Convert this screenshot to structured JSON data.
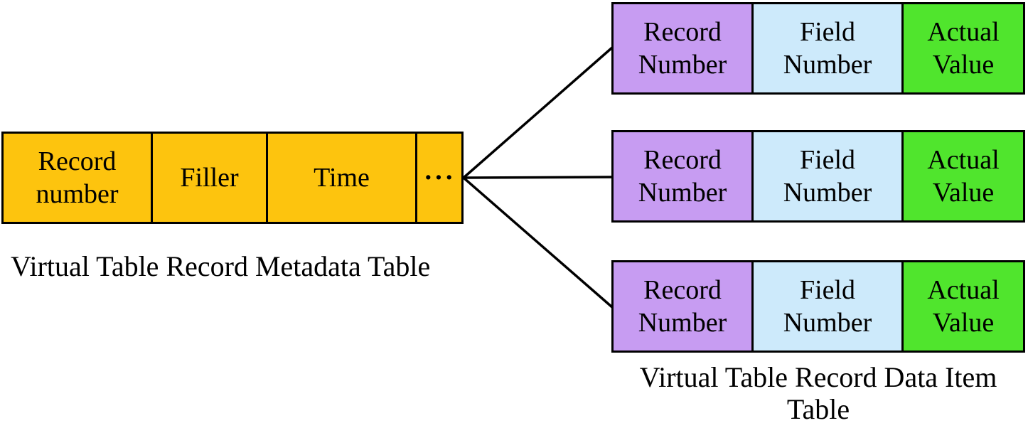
{
  "colors": {
    "metadata_cell_fill": "#FDC40E",
    "record_number_fill": "#C79CF2",
    "field_number_fill": "#CDEAFB",
    "actual_value_fill": "#50E52D",
    "border_and_lines": "#000000",
    "background": "#FFFFFF"
  },
  "metadata_table": {
    "label": "Virtual Table Record Metadata Table",
    "cells": [
      "Record number",
      "Filler",
      "Time",
      "···"
    ]
  },
  "data_item_table": {
    "label": "Virtual Table Record Data Item Table",
    "rows": [
      {
        "cells": [
          "Record Number",
          "Field Number",
          "Actual Value"
        ]
      },
      {
        "cells": [
          "Record Number",
          "Field Number",
          "Actual Value"
        ]
      },
      {
        "cells": [
          "Record Number",
          "Field Number",
          "Actual Value"
        ]
      }
    ]
  }
}
